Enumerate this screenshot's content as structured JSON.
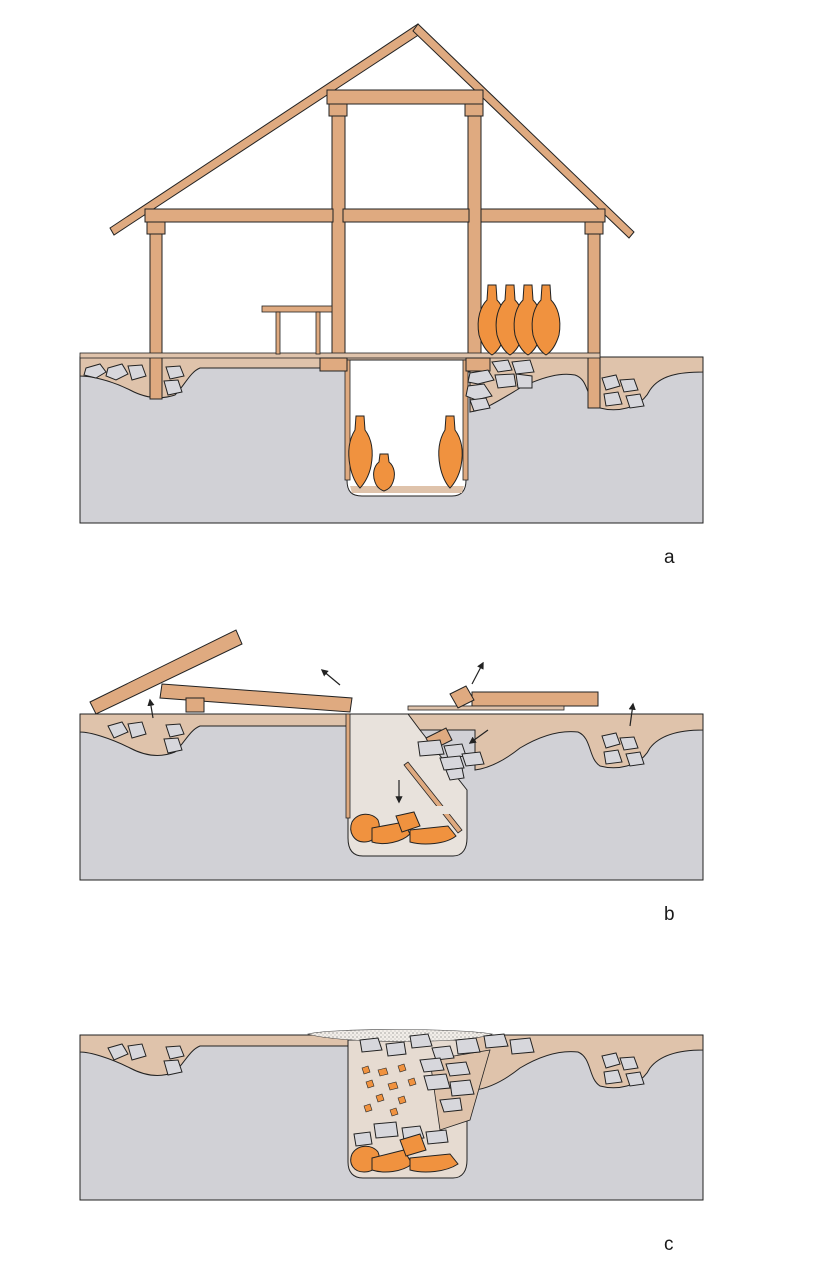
{
  "panels": [
    {
      "id": "a",
      "label": "a"
    },
    {
      "id": "b",
      "label": "b"
    },
    {
      "id": "c",
      "label": "c"
    }
  ],
  "colors": {
    "earth": "#d1d1d6",
    "soil": "#dfc3ab",
    "timber": "#dfaa80",
    "stone": "#d7d7dc",
    "amphora": "#f0923f",
    "fill": "#e6dbd1",
    "ink": "#222222"
  },
  "icons": {
    "arrow": "arrow-icon",
    "amphora": "amphora-icon",
    "stone": "stone-icon"
  }
}
